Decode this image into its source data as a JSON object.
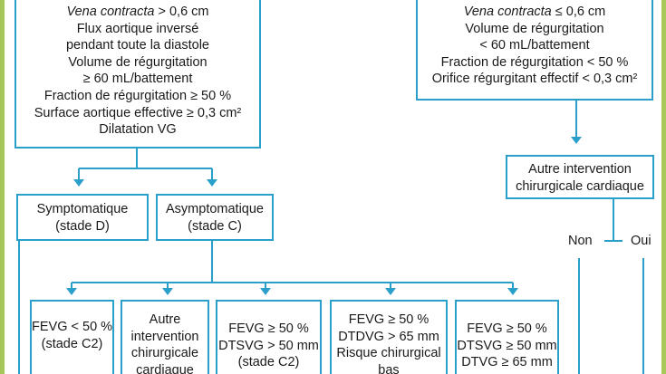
{
  "left_criteria": {
    "lines": [
      {
        "em": "Vena contracta",
        "text": " > 0,6 cm"
      },
      {
        "text": "Flux aortique inversé"
      },
      {
        "text": "pendant toute la diastole"
      },
      {
        "text": "Volume de régurgitation"
      },
      {
        "text": "≥ 60 mL/battement"
      },
      {
        "text": "Fraction de régurgitation ≥ 50 %"
      },
      {
        "text": "Surface aortique effective ≥ 0,3 cm²"
      },
      {
        "text": "Dilatation VG"
      }
    ]
  },
  "right_criteria": {
    "lines": [
      {
        "em": "Vena contracta",
        "text": " ≤ 0,6 cm"
      },
      {
        "text": "Volume de régurgitation"
      },
      {
        "text": "< 60 mL/battement"
      },
      {
        "text": "Fraction de régurgitation < 50 %"
      },
      {
        "text": "Orifice régurgitant effectif < 0,3 cm²"
      }
    ]
  },
  "autre_intervention": {
    "lines": [
      "Autre intervention",
      "chirurgicale cardiaque"
    ]
  },
  "branch_non": "Non",
  "branch_oui": "Oui",
  "symptomatique": {
    "lines": [
      "Symptomatique",
      "(stade D)"
    ]
  },
  "asymptomatique": {
    "lines": [
      "Asymptomatique",
      "(stade C)"
    ]
  },
  "sub_boxes": [
    {
      "lines": [
        "FEVG < 50 %",
        "(stade C2)"
      ]
    },
    {
      "lines": [
        "Autre",
        "intervention",
        "chirurgicale",
        "cardiaque"
      ]
    },
    {
      "lines": [
        "FEVG ≥ 50 %",
        "DTSVG > 50 mm",
        "(stade C2)"
      ]
    },
    {
      "lines": [
        "FEVG ≥ 50 %",
        "DTDVG > 65 mm",
        "Risque chirurgical",
        "bas"
      ]
    },
    {
      "lines": [
        "FEVG ≥ 50 %",
        "DTSVG ≥ 50 mm",
        "DTVG ≥ 65 mm"
      ]
    }
  ],
  "colors": {
    "border": "#2a9fc9",
    "side_bar": "#a6c85a",
    "text": "#1a1a1a"
  }
}
